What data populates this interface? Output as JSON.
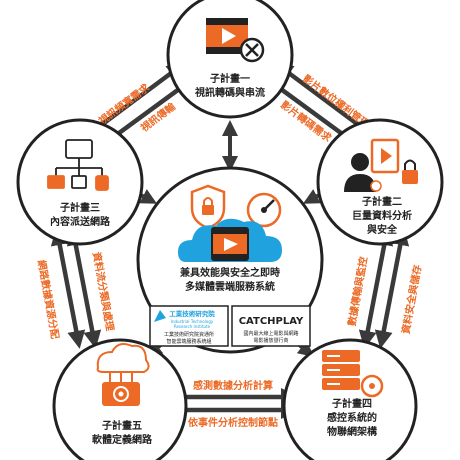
{
  "colors": {
    "orange": "#ec6a26",
    "blue": "#1fa2dd",
    "dark": "#222222",
    "grey": "#3a3a3a"
  },
  "center": {
    "title_line1": "兼具效能與安全之即時",
    "title_line2": "多媒體雲端服務系統",
    "icons": [
      "shield-lock-icon",
      "gauge-icon",
      "cloud-icon",
      "video-play-icon"
    ],
    "logo_itri_name": "工業技術研究院",
    "logo_itri_en1": "Industrial Technology",
    "logo_itri_en2": "Research Institute",
    "logo_itri_caption1": "工業技術研究院資通所",
    "logo_itri_caption2": "智能雲端服務系統組",
    "logo_catchplay": "CATCHPLAY",
    "logo_catchplay_caption1": "國內最大線上電影與網路",
    "logo_catchplay_caption2": "電影播放發行商"
  },
  "subprojects": {
    "sp1": {
      "line1": "子計畫一",
      "line2": "視訊轉碼與串流",
      "icon": "video-settings-icon"
    },
    "sp2": {
      "line1": "子計畫二",
      "line2": "巨量資料分析",
      "line3": "與安全",
      "icon": "user-video-lock-icon"
    },
    "sp3": {
      "line1": "子計畫三",
      "line2": "內容派送網路",
      "icon": "network-devices-icon"
    },
    "sp4": {
      "line1": "子計畫四",
      "line2": "感控系統的",
      "line3": "物聯網架構",
      "icon": "server-rack-icon"
    },
    "sp5": {
      "line1": "子計畫五",
      "line2": "軟體定義網路",
      "icon": "cloud-router-icon"
    }
  },
  "links": {
    "l_1_3_a": "視訊頻寬需求",
    "l_1_3_b": "視訊傳輸",
    "l_1_2_a": "影片數位權利管理",
    "l_1_2_b": "影片轉碼需求",
    "l_3_5_a": "網路數據資源分配",
    "l_3_5_b": "資料流分類與處理",
    "l_2_4_a": "數據傳輸與監控",
    "l_2_4_b": "資料安全與儲存",
    "l_5_4_a": "感測數據分析計算",
    "l_5_4_b": "依事件分析控制節點"
  }
}
